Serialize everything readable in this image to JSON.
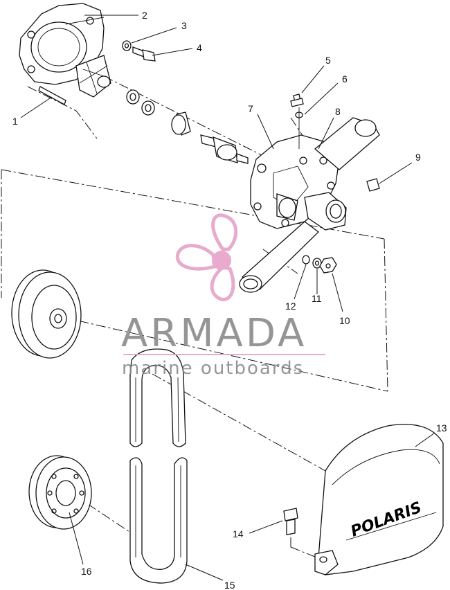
{
  "callouts": {
    "n1": "1",
    "n2": "2",
    "n3": "3",
    "n4": "4",
    "n5": "5",
    "n6": "6",
    "n7": "7",
    "n8": "8",
    "n9": "9",
    "n10": "10",
    "n11": "11",
    "n12": "12",
    "n13": "13",
    "n14": "14",
    "n15": "15",
    "n16": "16"
  },
  "watermark": {
    "title": "ARMADA",
    "subtitle": "marine outboards",
    "color": "#e6a3c8",
    "text_color": "#8a8a8a"
  },
  "cover_brand": "POLARIS"
}
